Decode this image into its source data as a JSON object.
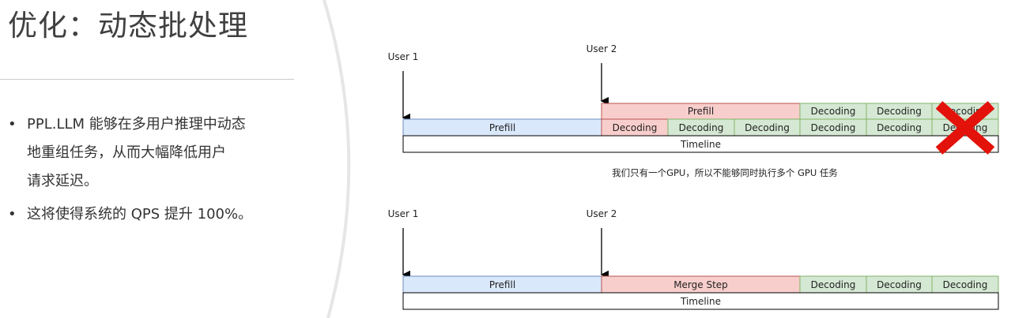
{
  "slide": {
    "title": "优化：动态批处理",
    "bullets": [
      {
        "line1": "PPL.LLM 能够在多用户推理中动态",
        "line2": "地重组任务，从而大幅降低用户",
        "line3": "请求延迟。"
      },
      {
        "line1": "这将使得系统的 QPS 提升 100%。"
      }
    ]
  },
  "diagram_top": {
    "user1": "User 1",
    "user2": "User 2",
    "row1_prefill": "Prefill",
    "row1_decoding": [
      "Decoding",
      "Decoding",
      "Decoding"
    ],
    "row2_prefill": "Prefill",
    "row2_decoding": [
      "Decoding",
      "Decoding",
      "Decoding",
      "Decoding",
      "Decoding",
      "Decoding"
    ],
    "timeline": "Timeline",
    "caption": "我们只有一个GPU，所以不能够同时执行多个 GPU 任务"
  },
  "diagram_bottom": {
    "user1": "User 1",
    "user2": "User 2",
    "prefill": "Prefill",
    "merge_step": "Merge Step",
    "decoding": [
      "Decoding",
      "Decoding",
      "Decoding"
    ],
    "timeline": "Timeline"
  },
  "colors": {
    "prefill_blue": "#dae8fc",
    "blue_border": "#6c8ebf",
    "red_fill": "#f8cecc",
    "red_border": "#b85450",
    "green_fill": "#d5e8d4",
    "green_border": "#82b366",
    "cross": "#e3120b"
  }
}
